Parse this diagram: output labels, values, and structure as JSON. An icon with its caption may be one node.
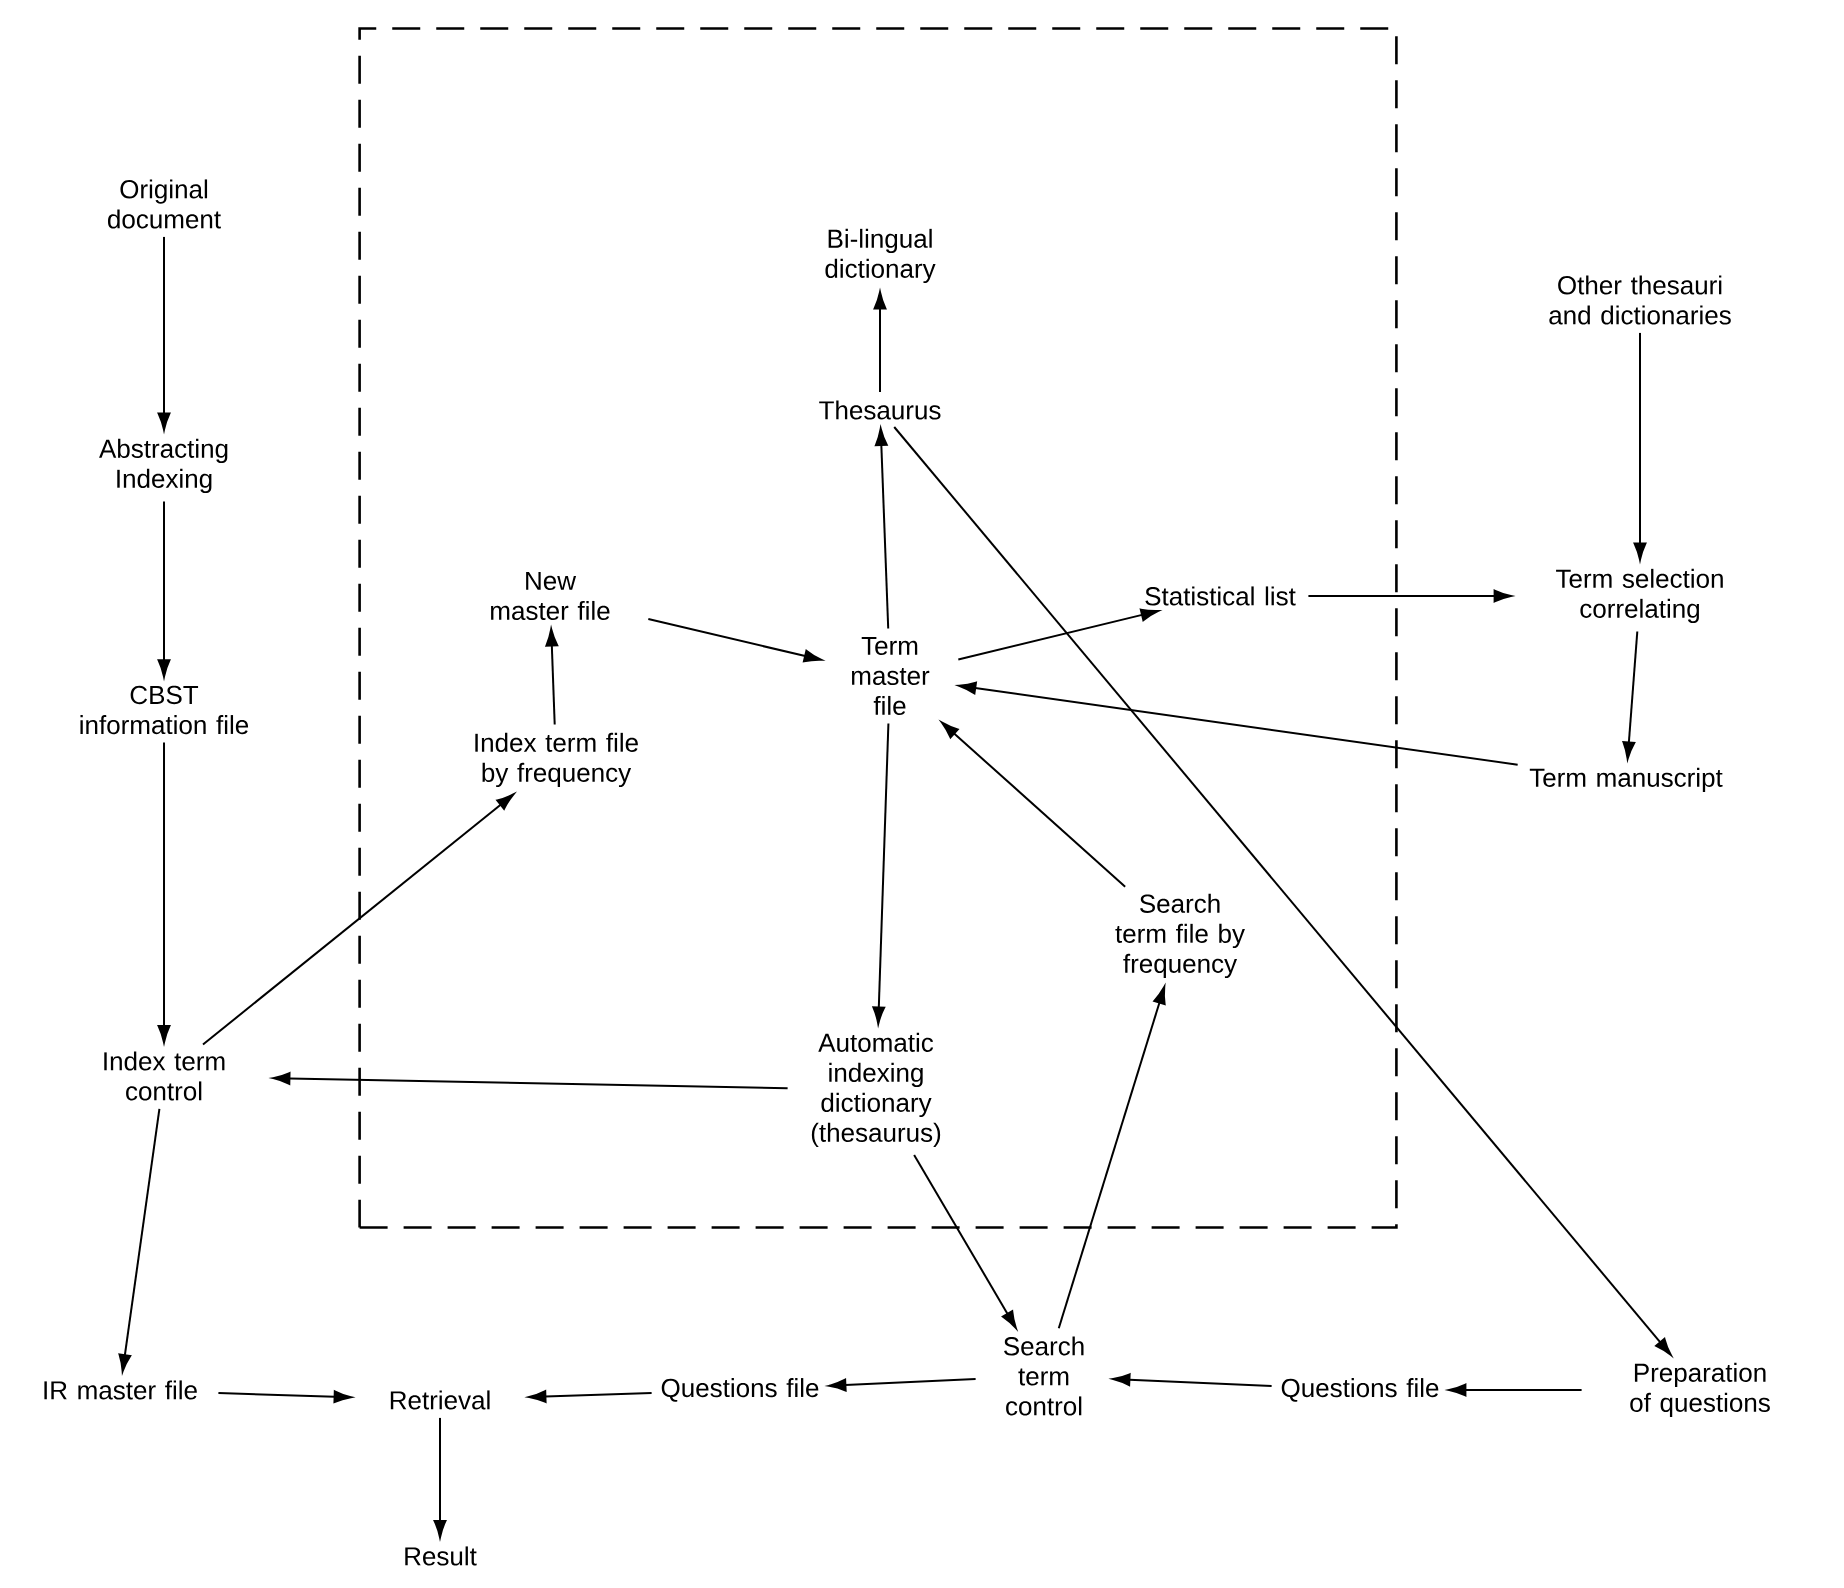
{
  "diagram": {
    "nodes": [
      {
        "text": [],
        "shape": "box"
      },
      {
        "text": [
          "Original document"
        ]
      },
      {
        "text": [
          "Abstracting Indexing"
        ]
      },
      {
        "text": [
          "CBST information file"
        ]
      },
      {
        "text": [
          "Index term control"
        ]
      },
      {
        "text": [
          "IR master file"
        ]
      },
      {
        "text": [
          "Retrieval"
        ]
      },
      {
        "text": [
          "Result"
        ]
      },
      {
        "text": [
          "Questions file"
        ]
      },
      {
        "text": [
          "Search term control"
        ]
      },
      {
        "text": [
          "Questions file"
        ]
      },
      {
        "text": [
          "Preparation of questions"
        ]
      },
      {
        "text": [
          "Bi-lingual dictionary"
        ],
        "in": 0
      },
      {
        "text": [
          "Thesaurus"
        ],
        "in": 0
      },
      {
        "text": [
          "New master file"
        ],
        "in": 0
      },
      {
        "text": [
          "Index term file by frequency"
        ],
        "in": 0
      },
      {
        "text": [
          "Term master file"
        ],
        "in": 0
      },
      {
        "text": [
          "Statistical list"
        ],
        "in": 0
      },
      {
        "text": [
          "Automatic indexing dictionary (thesaurus)"
        ],
        "in": 0
      },
      {
        "text": [
          "Search term file by frequency"
        ],
        "in": 0
      },
      {
        "text": [
          "Other thesauri and dictionaries"
        ]
      },
      {
        "text": [
          "Term selection correlating"
        ]
      },
      {
        "text": [
          "Term manuscript"
        ]
      }
    ],
    "edges": [
      {
        "from": 1,
        "to": 2,
        "arrow": "to"
      },
      {
        "from": 2,
        "to": 3,
        "arrow": "to"
      },
      {
        "from": 3,
        "to": 4,
        "arrow": "to"
      },
      {
        "from": 4,
        "to": 5,
        "arrow": "to"
      },
      {
        "from": 5,
        "to": 6,
        "arrow": "to"
      },
      {
        "from": 6,
        "to": 7,
        "arrow": "to"
      },
      {
        "from": 8,
        "to": 6,
        "arrow": "to"
      },
      {
        "from": 9,
        "to": 8,
        "arrow": "to"
      },
      {
        "from": 10,
        "to": 9,
        "arrow": "to"
      },
      {
        "from": 11,
        "to": 10,
        "arrow": "to"
      },
      {
        "from": 4,
        "to": 15,
        "arrow": "to"
      },
      {
        "from": 15,
        "to": 14,
        "arrow": "to"
      },
      {
        "from": 14,
        "to": 16,
        "arrow": "to"
      },
      {
        "from": 16,
        "to": 13,
        "arrow": "to"
      },
      {
        "from": 13,
        "to": 12,
        "arrow": "to"
      },
      {
        "from": 16,
        "to": 17,
        "arrow": "to"
      },
      {
        "from": 17,
        "to": 21,
        "arrow": "to"
      },
      {
        "from": 20,
        "to": 21,
        "arrow": "to"
      },
      {
        "from": 21,
        "to": 22,
        "arrow": "to"
      },
      {
        "from": 22,
        "to": 16,
        "arrow": "to"
      },
      {
        "from": 16,
        "to": 18,
        "arrow": "to"
      },
      {
        "from": 18,
        "to": 4,
        "arrow": "to"
      },
      {
        "from": 18,
        "to": 9,
        "arrow": "to"
      },
      {
        "from": 9,
        "to": 19,
        "arrow": "to"
      },
      {
        "from": 19,
        "to": 16,
        "arrow": "to"
      },
      {
        "from": 13,
        "to": 11,
        "arrow": "to"
      }
    ]
  }
}
